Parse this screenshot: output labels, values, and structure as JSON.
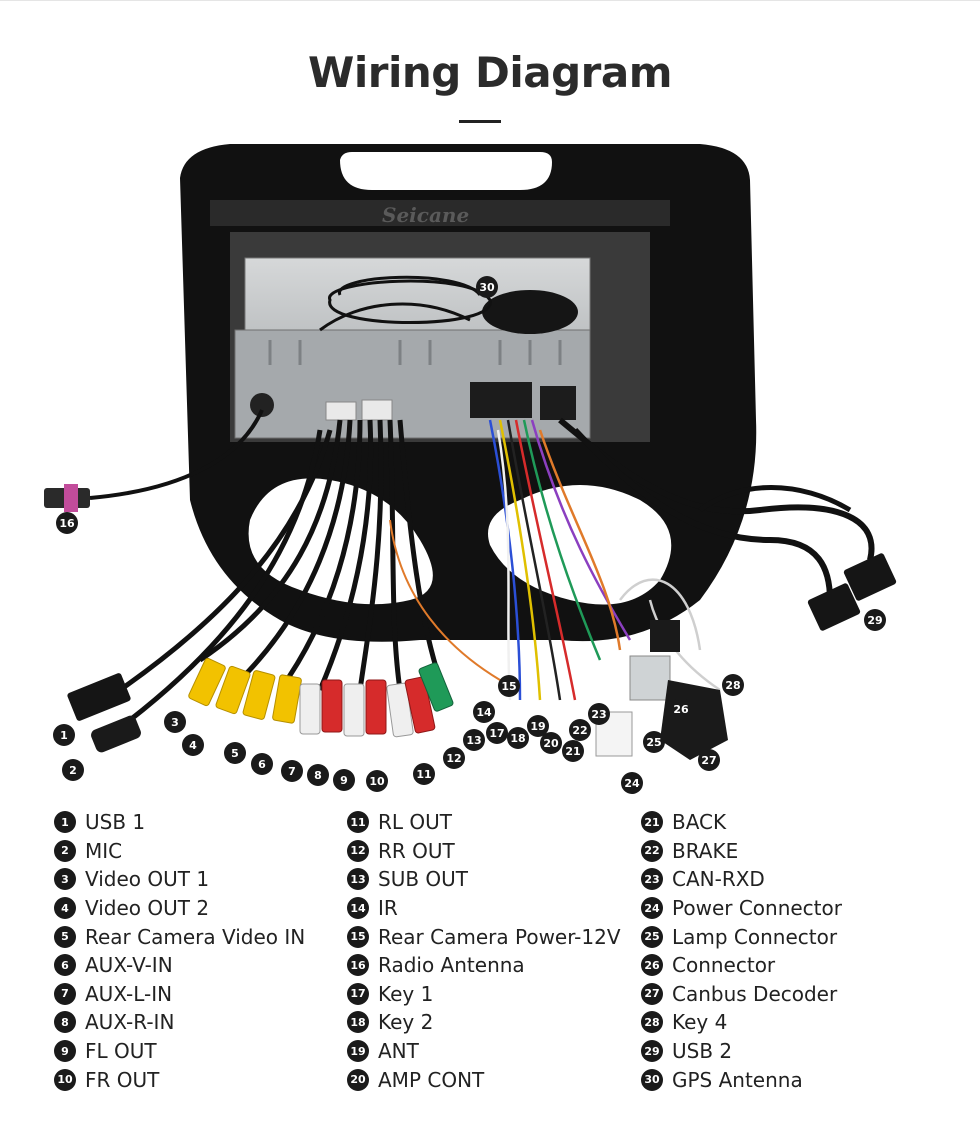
{
  "title": "Wiring Diagram",
  "brand": "Seicane",
  "legend": [
    {
      "num": "1",
      "label": "USB 1"
    },
    {
      "num": "2",
      "label": "MIC"
    },
    {
      "num": "3",
      "label": "Video OUT 1"
    },
    {
      "num": "4",
      "label": "Video OUT 2"
    },
    {
      "num": "5",
      "label": "Rear Camera Video IN"
    },
    {
      "num": "6",
      "label": "AUX-V-IN"
    },
    {
      "num": "7",
      "label": "AUX-L-IN"
    },
    {
      "num": "8",
      "label": "AUX-R-IN"
    },
    {
      "num": "9",
      "label": "FL OUT"
    },
    {
      "num": "10",
      "label": "FR OUT"
    },
    {
      "num": "11",
      "label": "RL OUT"
    },
    {
      "num": "12",
      "label": "RR OUT"
    },
    {
      "num": "13",
      "label": "SUB OUT"
    },
    {
      "num": "14",
      "label": "IR"
    },
    {
      "num": "15",
      "label": "Rear Camera Power-12V"
    },
    {
      "num": "16",
      "label": "Radio Antenna"
    },
    {
      "num": "17",
      "label": "Key 1"
    },
    {
      "num": "18",
      "label": "Key 2"
    },
    {
      "num": "19",
      "label": "ANT"
    },
    {
      "num": "20",
      "label": "AMP CONT"
    },
    {
      "num": "21",
      "label": "BACK"
    },
    {
      "num": "22",
      "label": "BRAKE"
    },
    {
      "num": "23",
      "label": "CAN-RXD"
    },
    {
      "num": "24",
      "label": "Power Connector"
    },
    {
      "num": "25",
      "label": "Lamp Connector"
    },
    {
      "num": "26",
      "label": "Connector"
    },
    {
      "num": "27",
      "label": "Canbus Decoder"
    },
    {
      "num": "28",
      "label": "Key 4"
    },
    {
      "num": "29",
      "label": "USB 2"
    },
    {
      "num": "30",
      "label": "GPS Antenna"
    }
  ],
  "colors": {
    "frame": "#111111",
    "chassis": "#b9bcbe",
    "yellow_rca": "#f2c200",
    "red_rca": "#d62b2b",
    "white_rca": "#efefef",
    "green_rca": "#1f9a58"
  }
}
